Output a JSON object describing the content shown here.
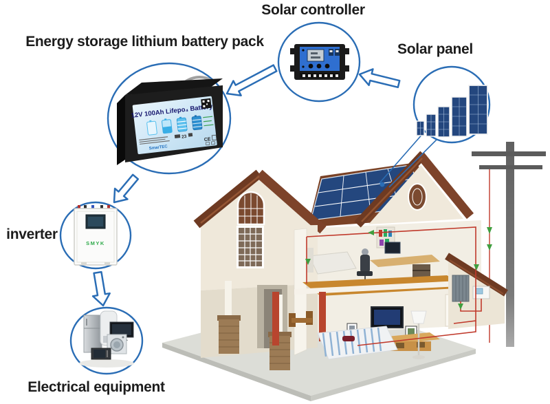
{
  "labels": {
    "solar_controller": "Solar controller",
    "battery_pack": "Energy storage lithium battery pack",
    "solar_panel": "Solar panel",
    "inverter": "inverter",
    "electrical_equipment": "Electrical equipment"
  },
  "battery": {
    "title": "12V 100Ah Lifepo₄ Battery",
    "brand": "SmarTEC",
    "cert": "CE",
    "small_note": "23"
  },
  "inverter_unit": {
    "brand": "SMYK"
  },
  "colors": {
    "accent_blue": "#2a6db5",
    "wire_red": "#c0392b",
    "flow_green": "#3f9e3f",
    "roof_brown": "#7a4226",
    "solar_blue": "#24477e",
    "wall_cream": "#efe8da",
    "floor_wood": "#c8872e",
    "battery_label_blue": "#cfe7f6",
    "inverter_brand_green": "#2faa4a"
  }
}
